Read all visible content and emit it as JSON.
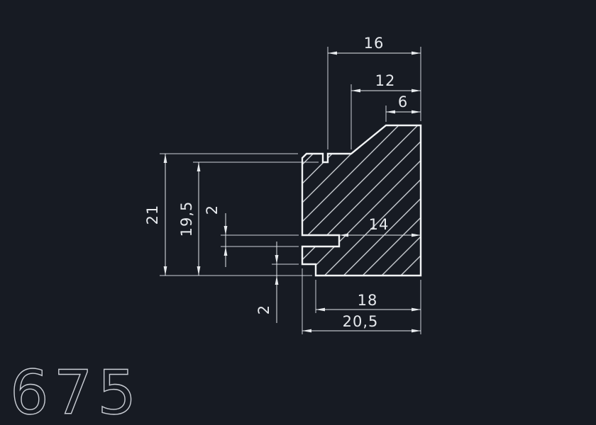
{
  "drawing": {
    "number": "675",
    "background_color": "#171b23",
    "line_color": "#e4e8ed",
    "profile_outline_color": "#f2f4f6",
    "dimensions": {
      "top_width": "16",
      "chamfer_width": "12",
      "top_flat": "6",
      "total_height": "21",
      "inner_height": "19,5",
      "slot_height": "2",
      "slot_to_edge": "14",
      "bottom_width": "18",
      "total_width": "20,5",
      "foot_height": "2"
    }
  }
}
